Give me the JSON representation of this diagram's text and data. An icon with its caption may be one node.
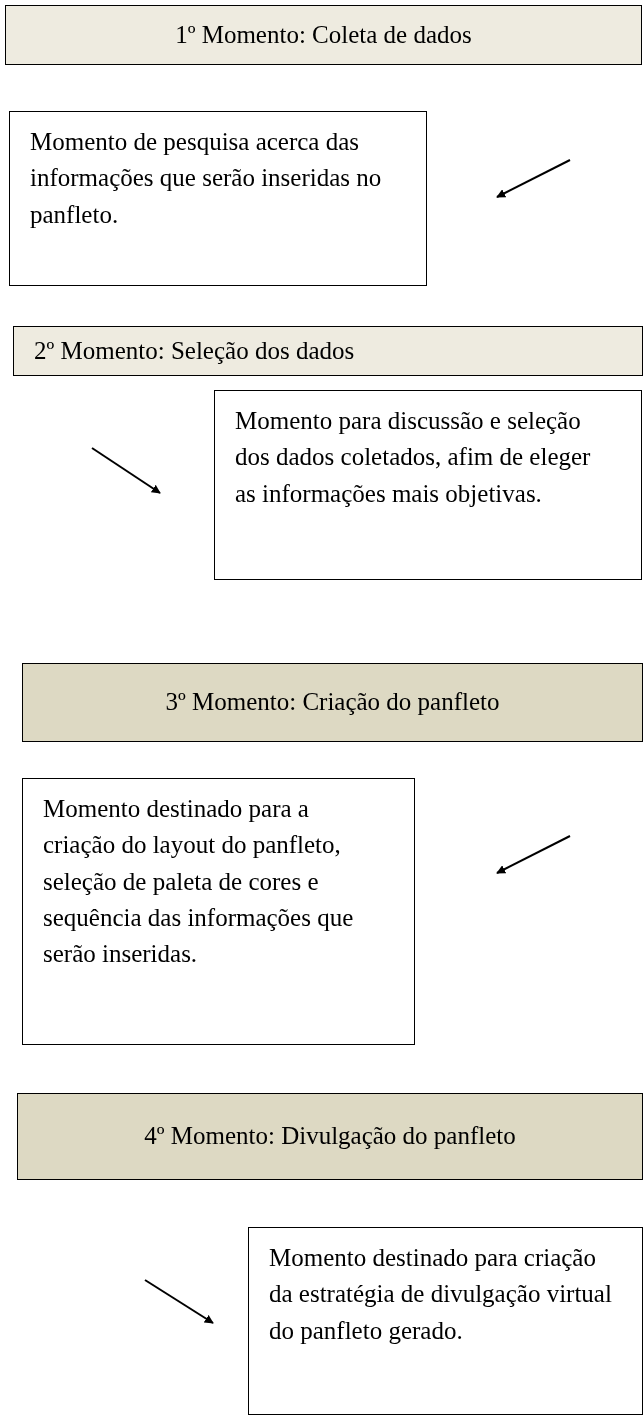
{
  "diagram": {
    "nodes": [
      {
        "text": [
          "1º Momento: Coleta de dados"
        ]
      },
      {
        "text": [
          "Momento de pesquisa acerca das informações que serão inseridas no panfleto."
        ]
      },
      {
        "text": [
          "2º Momento: Seleção dos dados"
        ]
      },
      {
        "text": [
          "Momento para discussão e seleção dos dados coletados, afim de eleger as informações mais objetivas."
        ]
      },
      {
        "text": [
          "3º Momento: Criação do panfleto"
        ]
      },
      {
        "text": [
          "Momento destinado para a criação do layout do panfleto, seleção de paleta de cores e sequência das informações que serão inseridas."
        ]
      },
      {
        "text": [
          "4º Momento: Divulgação do panfleto"
        ]
      },
      {
        "text": [
          "Momento destinado para criação da estratégia de divulgação virtual do panfleto gerado."
        ]
      }
    ]
  }
}
